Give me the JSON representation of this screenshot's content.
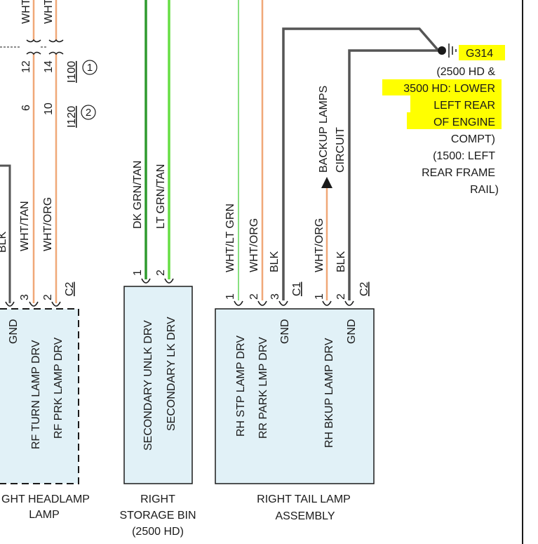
{
  "top_wires": {
    "wht1": "WHT",
    "wht2": "WHT"
  },
  "splices": {
    "row1": {
      "a": "12",
      "b": "14",
      "id": "I100",
      "num": "1"
    },
    "row2": {
      "a": "6",
      "b": "10",
      "id": "I120",
      "num": "2"
    }
  },
  "headlamp": {
    "wire_labels": [
      "BLK",
      "WHT/TAN",
      "WHT/ORG"
    ],
    "pins": [
      "3",
      "2"
    ],
    "connector": "C2",
    "circuits": [
      "GND",
      "RF TURN LAMP DRV",
      "RF PRK LAMP DRV"
    ],
    "title": [
      "GHT HEADLAMP",
      "LAMP"
    ]
  },
  "storage_bin": {
    "wire_labels": [
      "DK GRN/TAN",
      "LT GRN/TAN"
    ],
    "pins": [
      "1",
      "2"
    ],
    "circuits": [
      "SECONDARY UNLK DRV",
      "SECONDARY LK DRV"
    ],
    "title": [
      "RIGHT",
      "STORAGE BIN",
      "(2500 HD)"
    ]
  },
  "tail_lamp": {
    "wire_labels_c1": [
      "WHT/LT GRN",
      "WHT/ORG",
      "BLK"
    ],
    "pins_c1": [
      "1",
      "2",
      "3"
    ],
    "connector_c1": "C1",
    "wire_labels_c2": [
      "WHT/ORG",
      "BLK"
    ],
    "pins_c2": [
      "1",
      "2"
    ],
    "connector_c2": "C2",
    "circuits": [
      "RH STP LAMP DRV",
      "RR PARK LMP DRV",
      "GND",
      "RH BKUP LAMP DRV",
      "GND"
    ],
    "title": [
      "RIGHT TAIL LAMP",
      "ASSEMBLY"
    ]
  },
  "backup": {
    "line1": "BACKUP LAMPS",
    "line2": "CIRCUIT"
  },
  "ground": {
    "id": "G314",
    "lines": [
      "(2500 HD &",
      "3500 HD: LOWER",
      "LEFT REAR",
      "OF ENGINE",
      "COMPT)",
      "(1500: LEFT",
      "REAR FRAME",
      "RAIL)"
    ]
  },
  "colors": {
    "wire_black": "#555555",
    "wire_orange": "#f0a878",
    "wire_dk_green": "#2e9a2e",
    "wire_lt_green": "#66dd44",
    "wire_lt_green_thin": "#88e080",
    "highlight": "#ffff00",
    "box_fill": "#e1f1f7",
    "line": "#1a1a1a"
  }
}
